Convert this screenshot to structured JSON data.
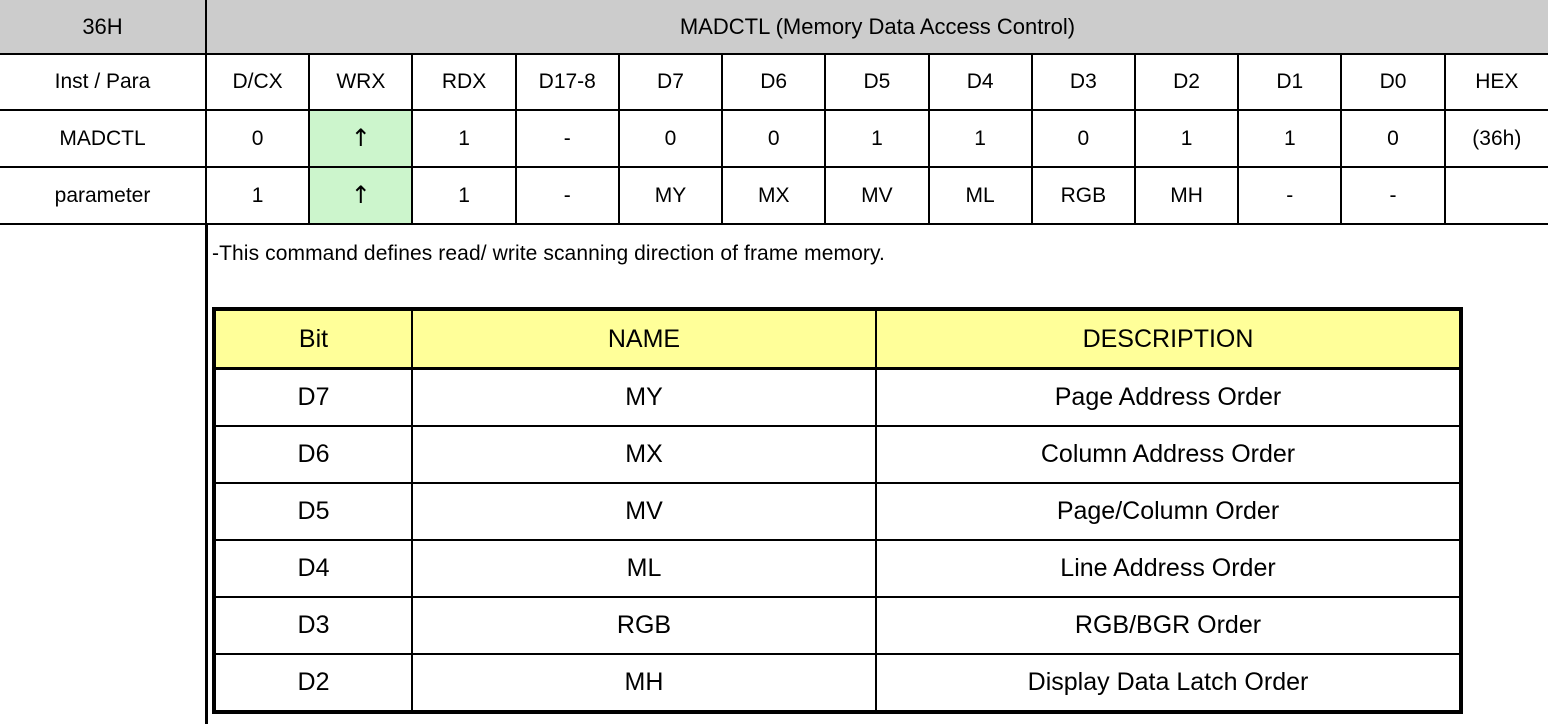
{
  "command": {
    "code": "36H",
    "title": "MADCTL (Memory Data Access Control)"
  },
  "signal_table": {
    "columns": [
      "Inst / Para",
      "D/CX",
      "WRX",
      "RDX",
      "D17-8",
      "D7",
      "D6",
      "D5",
      "D4",
      "D3",
      "D2",
      "D1",
      "D0",
      "HEX"
    ],
    "rows": [
      {
        "label": "MADCTL",
        "cells": [
          "0",
          "↑",
          "1",
          "-",
          "0",
          "0",
          "1",
          "1",
          "0",
          "1",
          "1",
          "0",
          "(36h)"
        ]
      },
      {
        "label": "parameter",
        "cells": [
          "1",
          "↑",
          "1",
          "-",
          "MY",
          "MX",
          "MV",
          "ML",
          "RGB",
          "MH",
          "-",
          "-",
          ""
        ]
      }
    ],
    "highlight_column": "WRX",
    "highlight_color": "#ccf5cc",
    "header_color": "#cccccc"
  },
  "note": "-This command defines read/ write scanning direction of frame memory.",
  "bit_table": {
    "headers": [
      "Bit",
      "NAME",
      "DESCRIPTION"
    ],
    "header_color": "#ffff99",
    "rows": [
      {
        "bit": "D7",
        "name": "MY",
        "description": "Page Address Order"
      },
      {
        "bit": "D6",
        "name": "MX",
        "description": "Column Address Order"
      },
      {
        "bit": "D5",
        "name": "MV",
        "description": "Page/Column Order"
      },
      {
        "bit": "D4",
        "name": "ML",
        "description": "Line Address Order"
      },
      {
        "bit": "D3",
        "name": "RGB",
        "description": "RGB/BGR Order"
      },
      {
        "bit": "D2",
        "name": "MH",
        "description": "Display Data Latch Order"
      }
    ]
  }
}
